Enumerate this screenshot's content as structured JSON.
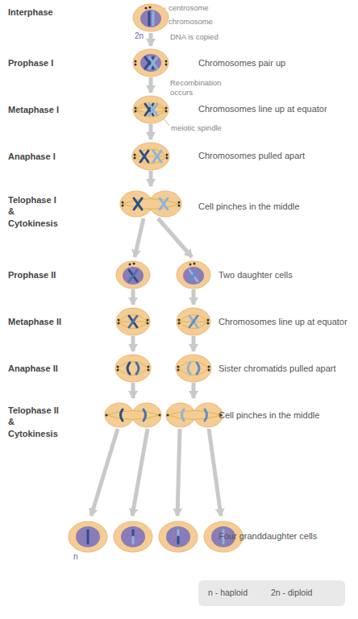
{
  "diagram": {
    "labels": [
      "Interphase",
      "centrosome",
      "chromosome",
      "2n",
      "DNA is copied",
      "Prophase I",
      "Chromosomes pair up",
      "Recombination occurs",
      "Metaphase I",
      "Chromosomes line up at equator",
      "meiotic spindle",
      "Anaphase I",
      "Chromosomes pulled apart",
      "Telophase I & Cytokinesis",
      "Cell pinches in the middle",
      "Prophase II",
      "Two daughter cells",
      "Metaphase II",
      "Chromosomes line up at equator",
      "Anaphase II",
      "Sister chromatids pulled apart",
      "Telophase II & Cytokinesis",
      "Cell pinches in the middle",
      "Four granddaughter cells",
      "n"
    ],
    "legend": [
      {
        "text": "n - haploid"
      },
      {
        "text": "2n - diploid"
      }
    ]
  }
}
